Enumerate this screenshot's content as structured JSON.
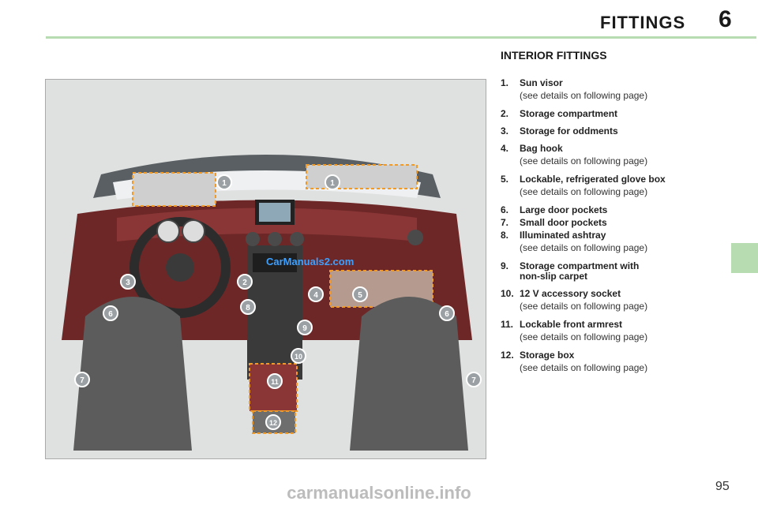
{
  "header": {
    "title": "FITTINGS",
    "chapter": "6"
  },
  "section_title": "INTERIOR FITTINGS",
  "items": [
    {
      "num": "1.",
      "label": "Sun visor",
      "detail": "(see details on following page)"
    },
    {
      "num": "2.",
      "label": "Storage compartment",
      "detail": ""
    },
    {
      "num": "3.",
      "label": "Storage for oddments",
      "detail": ""
    },
    {
      "num": "4.",
      "label": "Bag hook",
      "detail": "(see details on following page)"
    },
    {
      "num": "5.",
      "label": "Lockable, refrigerated glove box",
      "detail": "(see details on following page)"
    },
    {
      "num": "6.",
      "label": "Large door pockets",
      "detail": ""
    },
    {
      "num": "7.",
      "label": "Small door pockets",
      "detail": ""
    },
    {
      "num": "8.",
      "label": "Illuminated ashtray",
      "detail": "(see details on following page)"
    },
    {
      "num": "9.",
      "label": "Storage compartment with",
      "label2": "non-slip carpet",
      "detail": ""
    },
    {
      "num": "10.",
      "label": "12 V accessory socket",
      "detail": "(see details on following page)"
    },
    {
      "num": "11.",
      "label": "Lockable front armrest",
      "detail": "(see details on following page)"
    },
    {
      "num": "12.",
      "label": "Storage box",
      "detail": "(see details on following page)"
    }
  ],
  "callouts": [
    "1",
    "1",
    "2",
    "3",
    "4",
    "5",
    "6",
    "6",
    "7",
    "7",
    "8",
    "9",
    "10",
    "11",
    "12"
  ],
  "page_number": "95",
  "watermark_image": "CarManuals2.com",
  "watermark_footer": "carmanualsonline.info",
  "colors": {
    "accent_green": "#b8dcb2",
    "callout_orange": "#f09a2a",
    "upholstery": "#7a2c2c"
  }
}
